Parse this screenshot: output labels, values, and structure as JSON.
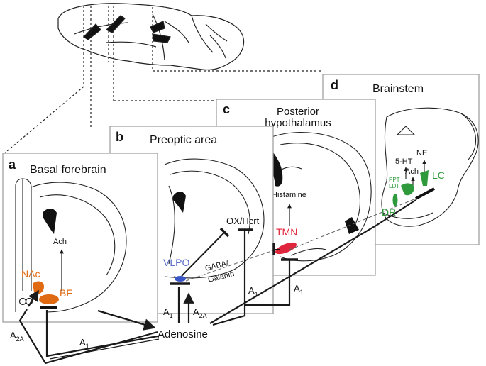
{
  "panels": {
    "a": {
      "letter": "a",
      "title": "Basal forebrain"
    },
    "b": {
      "letter": "b",
      "title": "Preoptic area"
    },
    "c": {
      "letter": "c",
      "title_line1": "Posterior",
      "title_line2": "hypothalamus"
    },
    "d": {
      "letter": "d",
      "title": "Brainstem"
    }
  },
  "labels": {
    "nac": "NAc",
    "bf": "BF",
    "ach_a": "Ach",
    "vlpo": "VLPO",
    "ox_hcrt": "OX/Hcrt",
    "gaba": "GABA/",
    "galanin": "Galanin",
    "tmn": "TMN",
    "histamine": "Histamine",
    "five_ht": "5-HT",
    "ne": "NE",
    "ach_d": "Ach",
    "ppt": "PPT",
    "ldt": "LDT",
    "lc": "LC",
    "dr": "DR",
    "adenosine": "Adenosine"
  },
  "receptors": {
    "a2a_left": {
      "base": "A",
      "sub": "2A"
    },
    "a1_bottom": {
      "base": "A",
      "sub": "1"
    },
    "a1_vlpo": {
      "base": "A",
      "sub": "1"
    },
    "a2a_vlpo": {
      "base": "A",
      "sub": "2A"
    },
    "a1_ox": {
      "base": "A",
      "sub": "1"
    },
    "a1_tmn": {
      "base": "A",
      "sub": "1"
    }
  },
  "colors": {
    "orange": "#e06a12",
    "blue": "#5a6fc8",
    "red": "#e0263c",
    "green": "#2e9a3c",
    "line": "#1a1a1a",
    "frame": "#9a9a9a"
  }
}
